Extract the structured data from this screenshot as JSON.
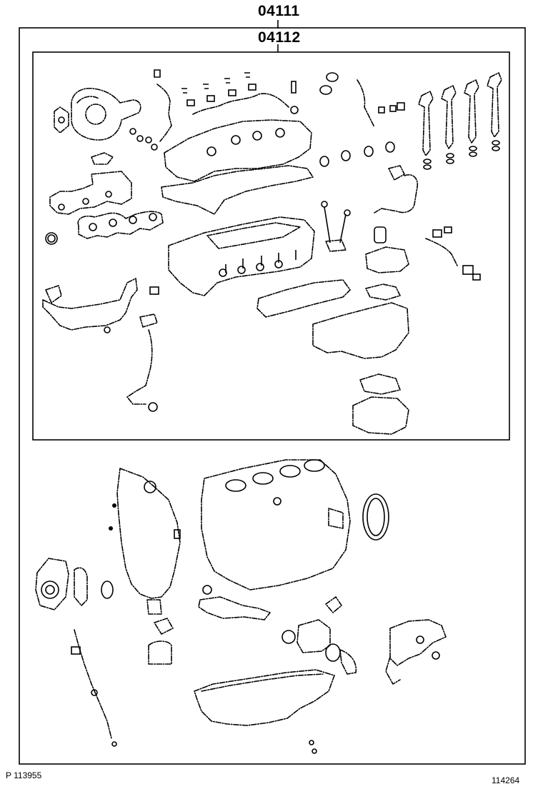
{
  "labels": {
    "outer_part_number": "04111",
    "inner_part_number": "04112"
  },
  "footer": {
    "left_code": "P 113955",
    "right_code": "114264"
  },
  "icons": {
    "turbocharger": "turbocharger-icon",
    "cylinder_head": "cylinder-head-icon",
    "engine_block": "engine-block-icon",
    "oil_pan": "oil-pan-icon",
    "water_pump": "water-pump-icon",
    "injector": "injector-icon"
  }
}
